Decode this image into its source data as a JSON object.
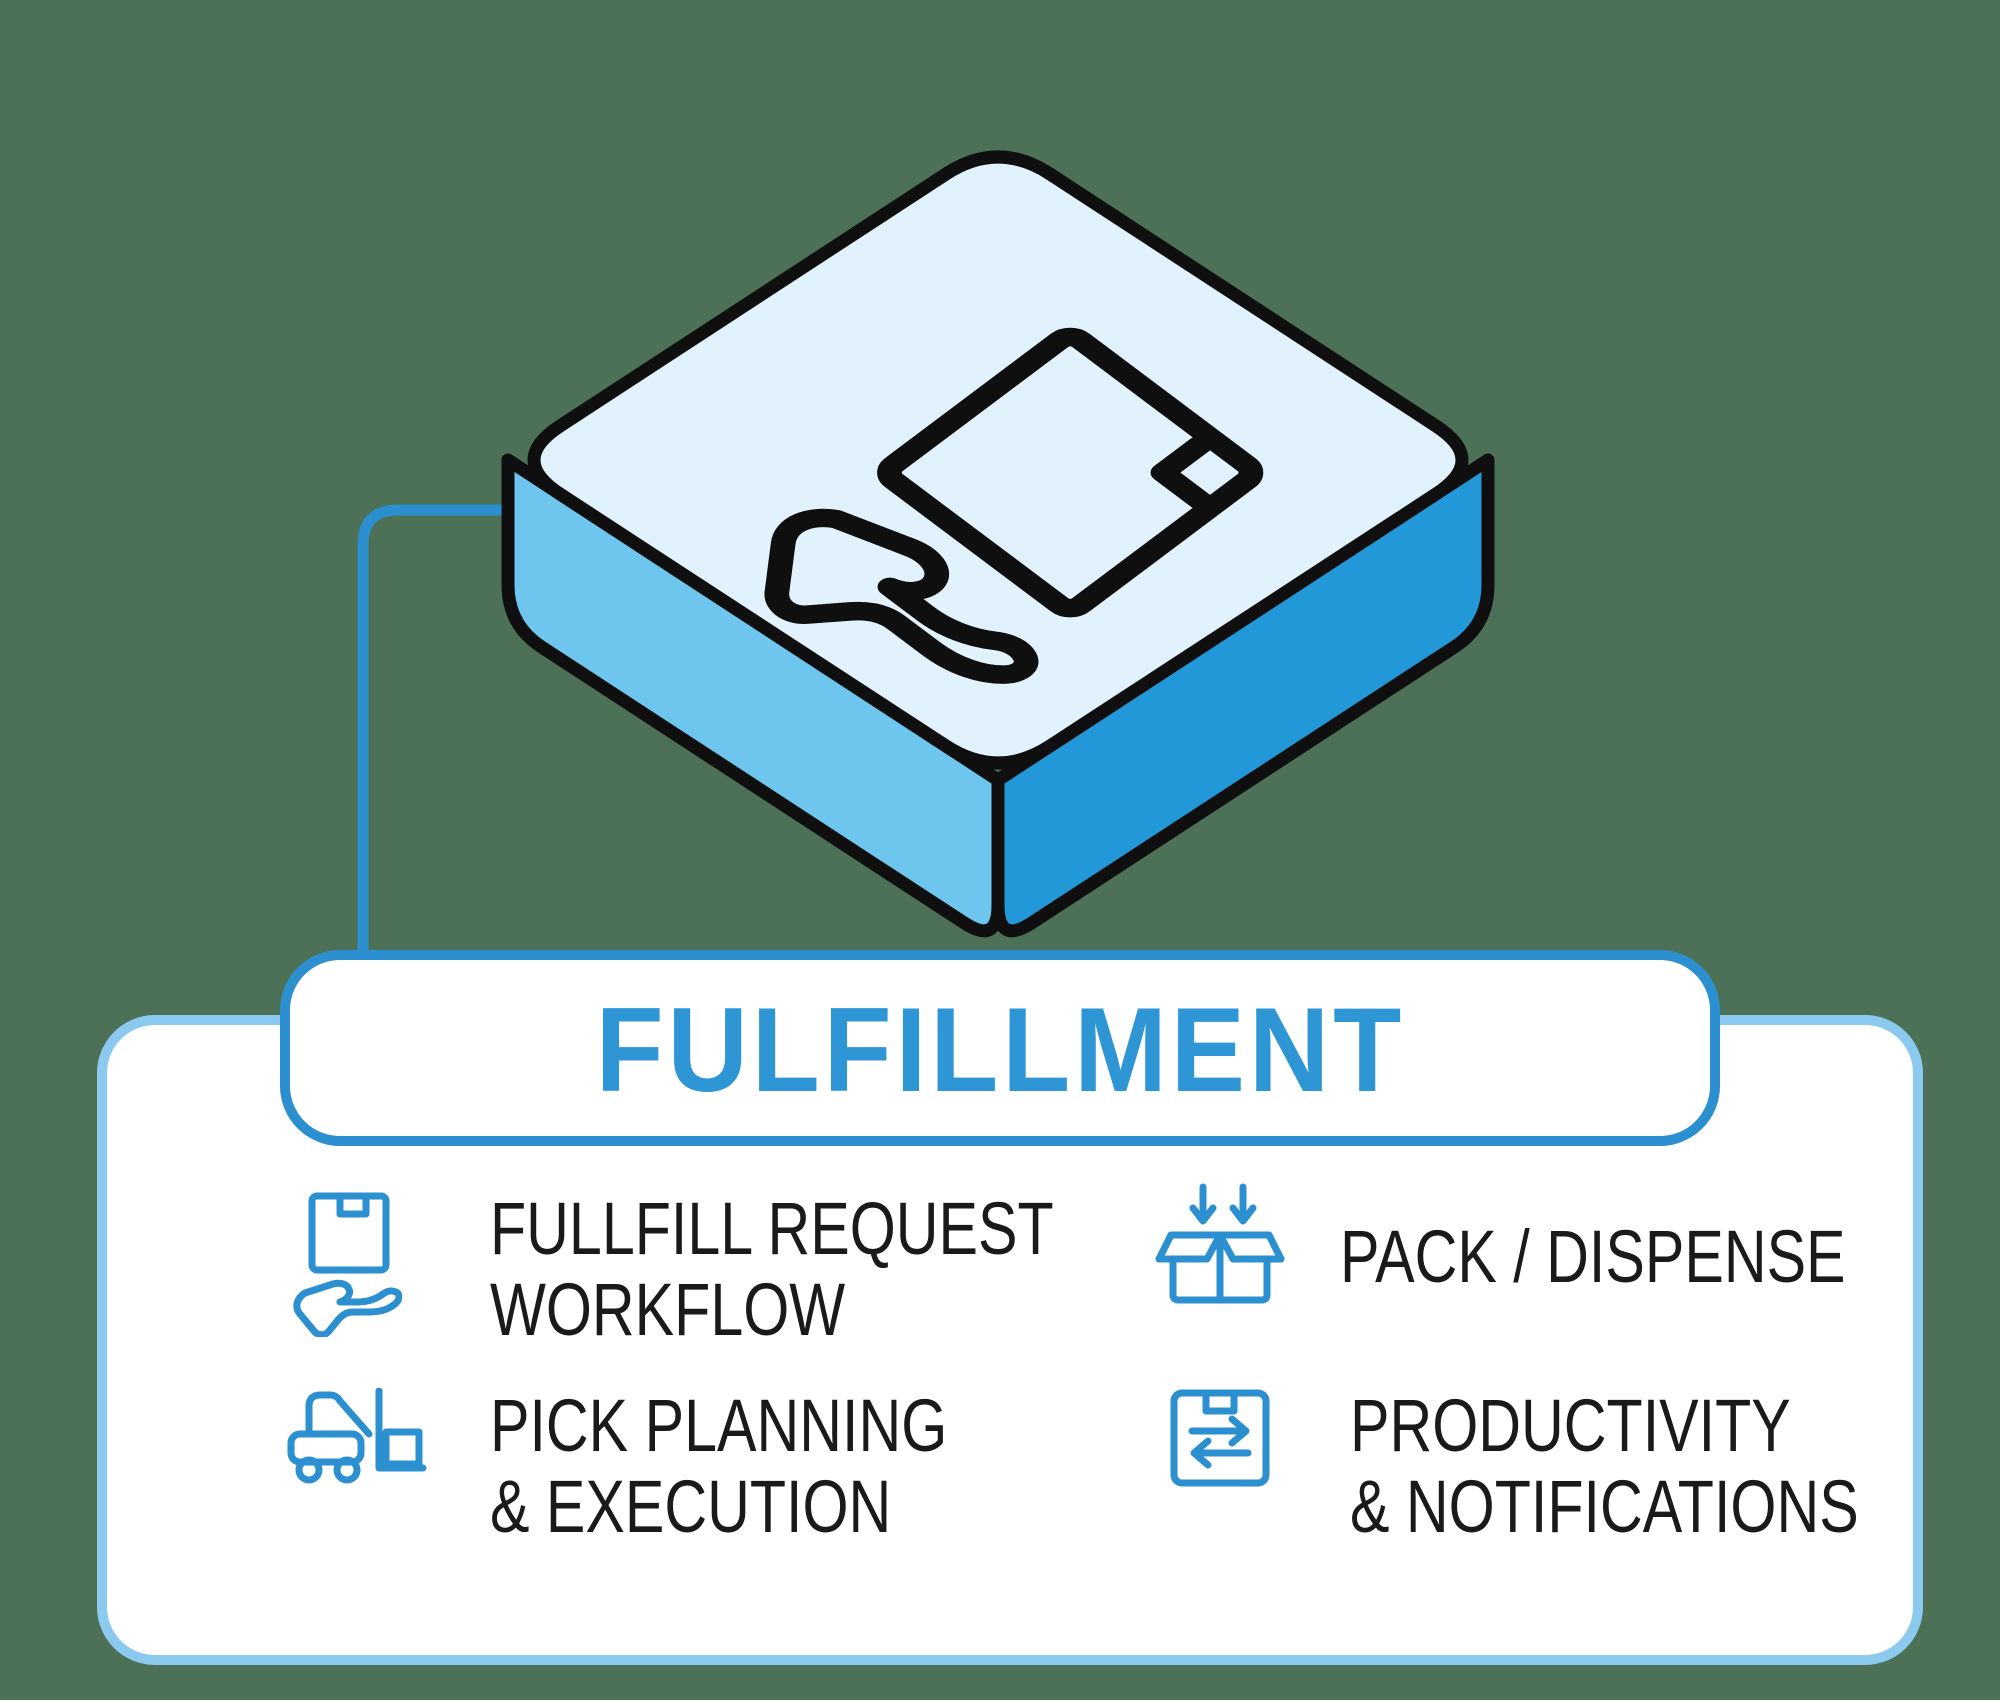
{
  "title": {
    "label": "FULFILLMENT"
  },
  "hero": {
    "icon": "hand-holding-package-cube-icon"
  },
  "features": [
    {
      "icon": "package-on-hand-icon",
      "lines": [
        "FULLFILL REQUEST",
        "WORKFLOW"
      ]
    },
    {
      "icon": "forklift-icon",
      "lines": [
        "PICK PLANNING",
        "& EXECUTION"
      ]
    },
    {
      "icon": "open-box-down-arrows-icon",
      "lines": [
        "PACK / DISPENSE"
      ]
    },
    {
      "icon": "box-transfer-arrows-icon",
      "lines": [
        "PRODUCTIVITY",
        "& NOTIFICATIONS"
      ]
    }
  ],
  "colors": {
    "bg": "#4c7156",
    "accent": "#2b8fd0",
    "titleBlue": "#2f96d5",
    "lightBorder": "#8bc9ef",
    "textDark": "#1a1a1a",
    "cubeTop": "#e1f2fc",
    "cubeLeft": "#6ec6ef",
    "cubeRight": "#2398d8",
    "ink": "#0f0f0f"
  }
}
